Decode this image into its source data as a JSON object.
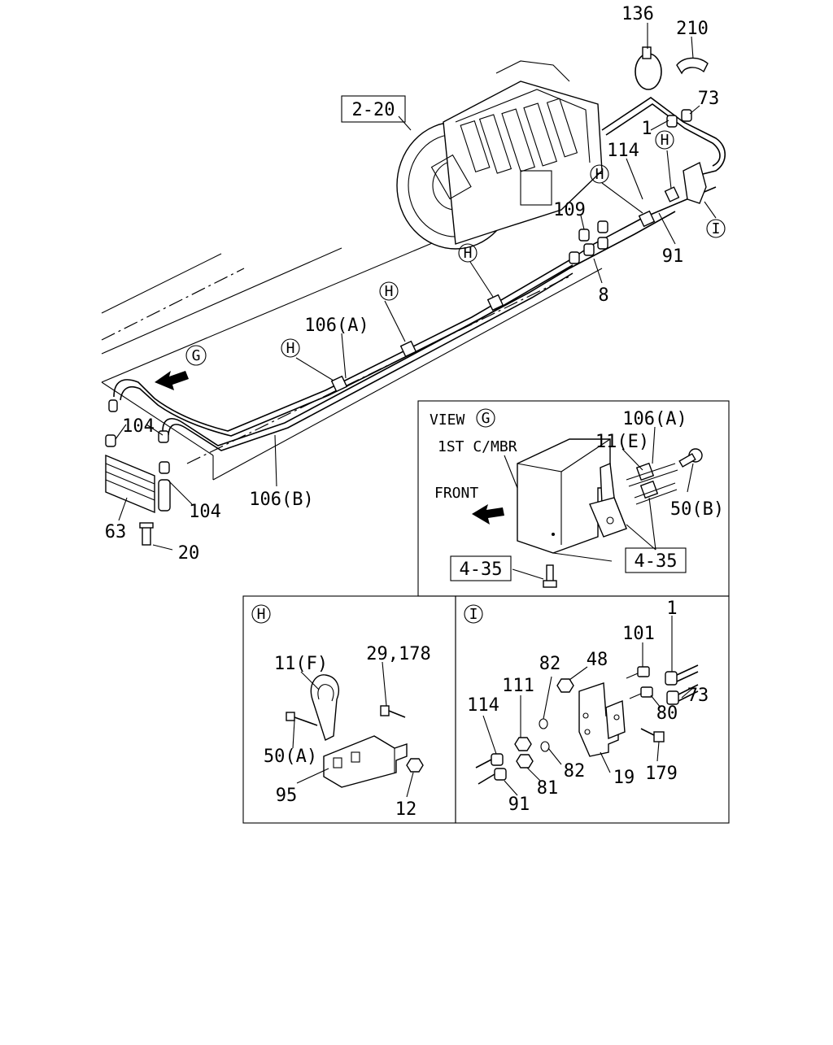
{
  "main_callouts": {
    "c136": "136",
    "c210": "210",
    "c73": "73",
    "c1": "1",
    "c114": "114",
    "c109": "109",
    "c91": "91",
    "c8": "8",
    "c106a": "106(A)",
    "c106b": "106(B)",
    "c104a": "104",
    "c104b": "104",
    "c63": "63",
    "c20": "20"
  },
  "ref_boxes": {
    "transmission_ref": "2-20",
    "member_ref_left": "4-35",
    "member_ref_right": "4-35"
  },
  "markers": {
    "h": "H",
    "g": "G",
    "i": "I"
  },
  "view_g": {
    "title_prefix": "VIEW",
    "member_label": "1ST C/MBR",
    "front_label": "FRONT",
    "c106a": "106(A)",
    "c11e": "11(E)",
    "c50b": "50(B)"
  },
  "detail_h": {
    "c11f": "11(F)",
    "c29_178": "29,178",
    "c50a": "50(A)",
    "c95": "95",
    "c12": "12"
  },
  "detail_i": {
    "c1": "1",
    "c101": "101",
    "c82a": "82",
    "c48": "48",
    "c111": "111",
    "c114": "114",
    "c73": "73",
    "c80": "80",
    "c82b": "82",
    "c179": "179",
    "c19": "19",
    "c81": "81",
    "c91": "91"
  }
}
